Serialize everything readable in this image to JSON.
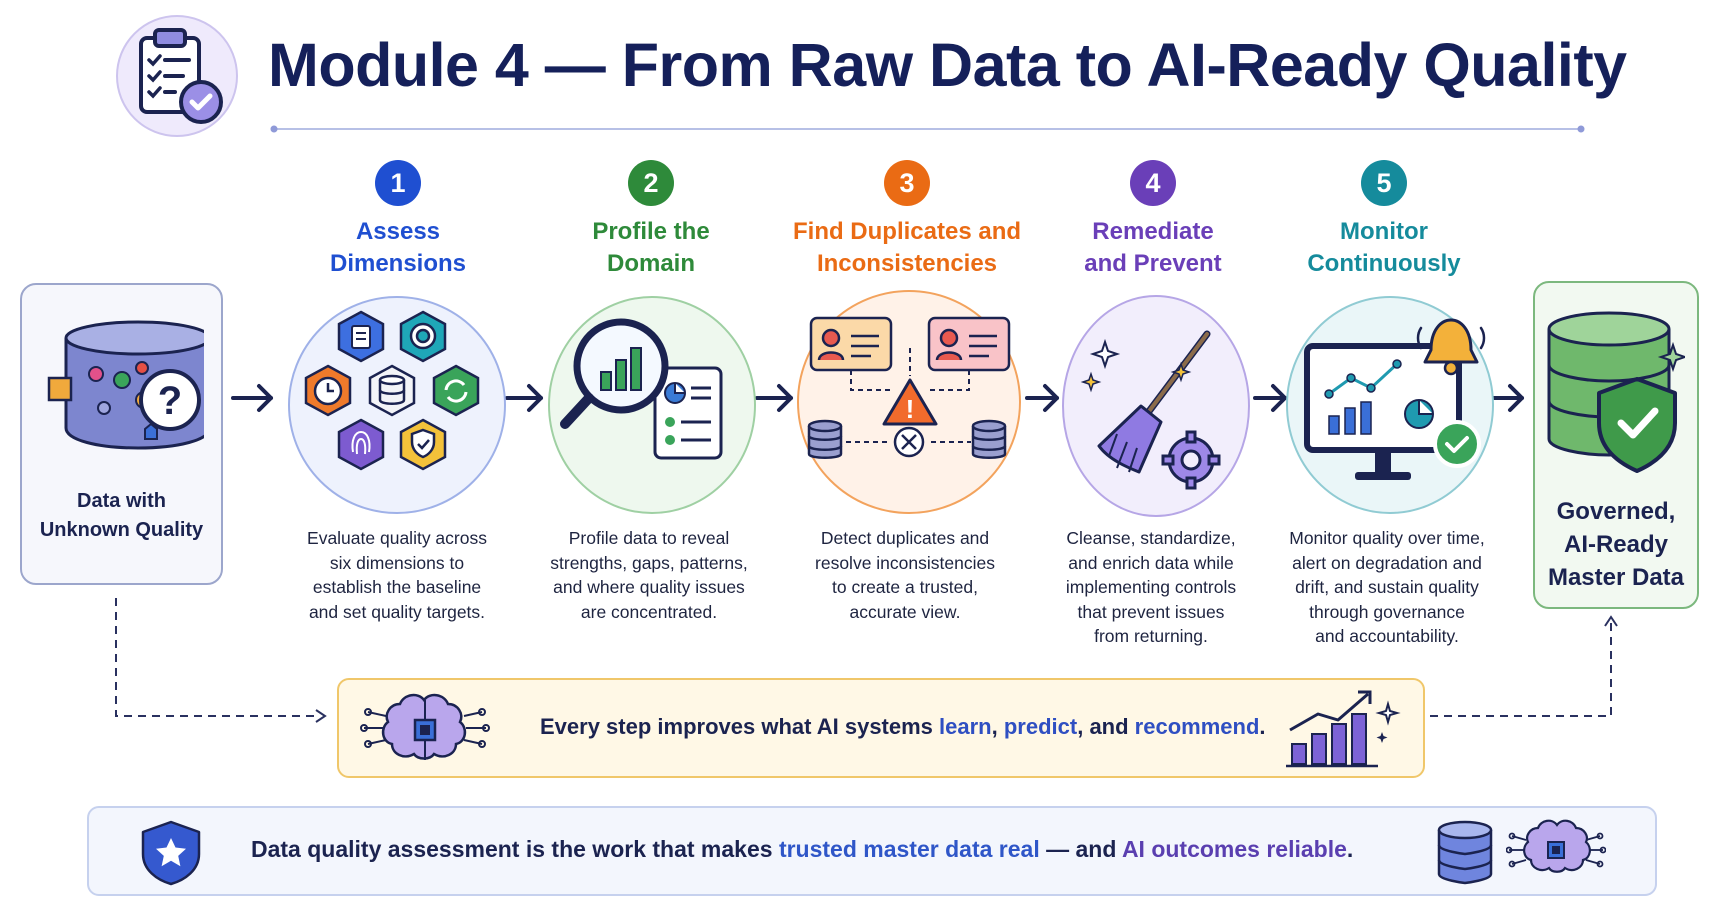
{
  "title": "Module 4 — From Raw Data to AI-Ready Quality",
  "input": {
    "label_line1": "Data with",
    "label_line2": "Unknown Quality"
  },
  "output": {
    "label_line1": "Governed,",
    "label_line2": "AI-Ready",
    "label_line3": "Master Data"
  },
  "steps": [
    {
      "number": "1",
      "title_line1": "Assess",
      "title_line2": "Dimensions",
      "color": "#1f4fd1",
      "desc": [
        "Evaluate quality across",
        "six dimensions to",
        "establish the baseline",
        "and set quality targets."
      ]
    },
    {
      "number": "2",
      "title_line1": "Profile the",
      "title_line2": "Domain",
      "color": "#2e8a3a",
      "desc": [
        "Profile data to reveal",
        "strengths, gaps, patterns,",
        "and where quality issues",
        "are concentrated."
      ]
    },
    {
      "number": "3",
      "title_line1": "Find Duplicates and",
      "title_line2": "Inconsistencies",
      "color": "#ea6b14",
      "desc": [
        "Detect duplicates and",
        "resolve inconsistencies",
        "to create a trusted,",
        "accurate view."
      ]
    },
    {
      "number": "4",
      "title_line1": "Remediate",
      "title_line2": "and Prevent",
      "color": "#6a3fb8",
      "desc": [
        "Cleanse, standardize,",
        "and enrich data while",
        "implementing controls",
        "that prevent issues",
        "from returning."
      ]
    },
    {
      "number": "5",
      "title_line1": "Monitor",
      "title_line2": "Continuously",
      "color": "#158b9c",
      "desc": [
        "Monitor quality over time,",
        "alert on degradation and",
        "drift, and sustain quality",
        "through governance",
        "and accountability."
      ]
    }
  ],
  "ai_banner": {
    "prefix": "Every step improves what AI systems ",
    "word1": "learn",
    "sep1": ", ",
    "word2": "predict",
    "sep2": ", and ",
    "word3": "recommend",
    "suffix": "."
  },
  "footer": {
    "prefix": "Data quality assessment is the work that makes ",
    "highlight1": "trusted master data real",
    "middle": " — and ",
    "highlight2": "AI outcomes reliable",
    "suffix": "."
  },
  "icons": {
    "header": "clipboard-checklist-icon",
    "input": "database-question-icon",
    "step1": "hexagon-dimensions-icon",
    "step2": "magnifier-report-icon",
    "step3": "duplicate-records-warning-icon",
    "step4": "broom-gear-icon",
    "step5": "monitor-bell-icon",
    "output": "database-shield-icon",
    "ai": "ai-brain-chip-icon",
    "growth": "growth-chart-icon",
    "footer_shield": "shield-star-icon",
    "footer_db": "database-icon",
    "footer_brain": "ai-brain-icon"
  }
}
